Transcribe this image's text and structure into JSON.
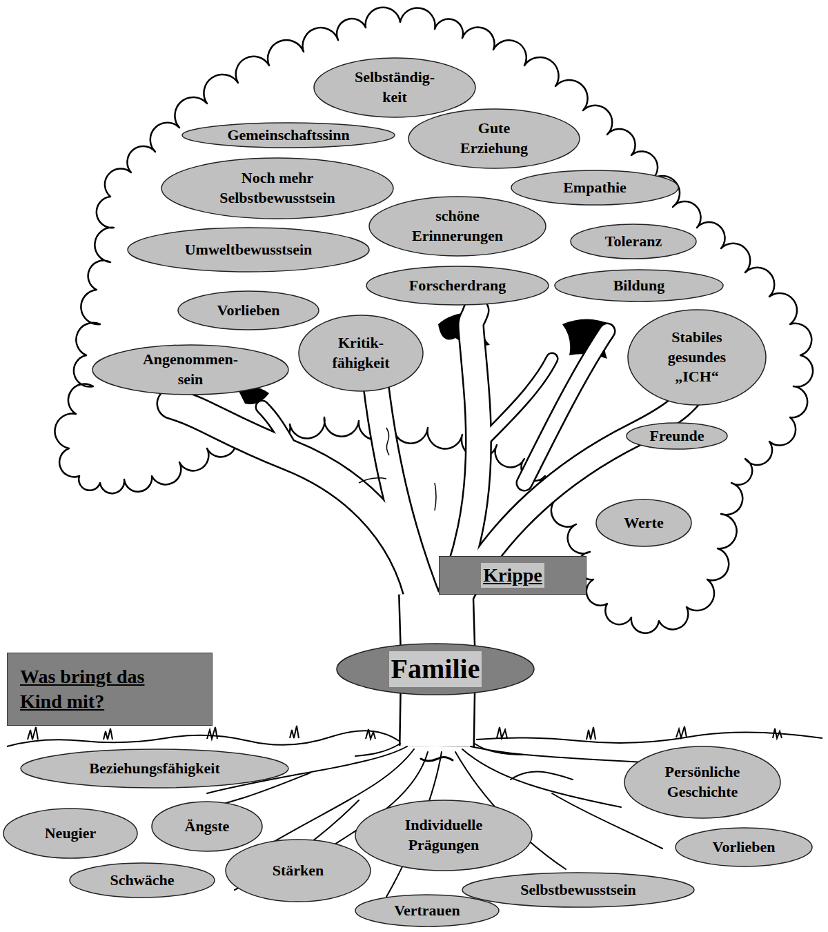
{
  "diagram": {
    "nodes": [
      {
        "text": [
          "Selbständig- keit"
        ]
      },
      {
        "text": [
          "Gemeinschaftssinn"
        ]
      },
      {
        "text": [
          "Gute Erziehung"
        ]
      },
      {
        "text": [
          "Noch mehr Selbstbewusstsein"
        ]
      },
      {
        "text": [
          "Empathie"
        ]
      },
      {
        "text": [
          "schöne Erinnerungen"
        ]
      },
      {
        "text": [
          "Umweltbewusstsein"
        ]
      },
      {
        "text": [
          "Toleranz"
        ]
      },
      {
        "text": [
          "Forscherdrang"
        ]
      },
      {
        "text": [
          "Bildung"
        ]
      },
      {
        "text": [
          "Vorlieben"
        ]
      },
      {
        "text": [
          "Kritik- fähigkeit"
        ]
      },
      {
        "text": [
          "Stabiles gesundes „ICH“"
        ]
      },
      {
        "text": [
          "Angenommen- sein"
        ]
      },
      {
        "text": [
          "Freunde"
        ]
      },
      {
        "text": [
          "Werte"
        ]
      },
      {
        "text": [
          "Krippe"
        ]
      },
      {
        "text": [
          "Familie"
        ]
      },
      {
        "text": [
          "Was bringt das Kind mit?"
        ]
      },
      {
        "text": [
          "Beziehungsfähigkeit"
        ]
      },
      {
        "text": [
          "Persönliche Geschichte"
        ]
      },
      {
        "text": [
          "Neugier"
        ]
      },
      {
        "text": [
          "Ängste"
        ]
      },
      {
        "text": [
          "Individuelle Prägungen"
        ]
      },
      {
        "text": [
          "Vorlieben"
        ]
      },
      {
        "text": [
          "Schwäche"
        ]
      },
      {
        "text": [
          "Stärken"
        ]
      },
      {
        "text": [
          "Selbstbewusstsein"
        ]
      },
      {
        "text": [
          "Vertrauen"
        ]
      }
    ]
  }
}
